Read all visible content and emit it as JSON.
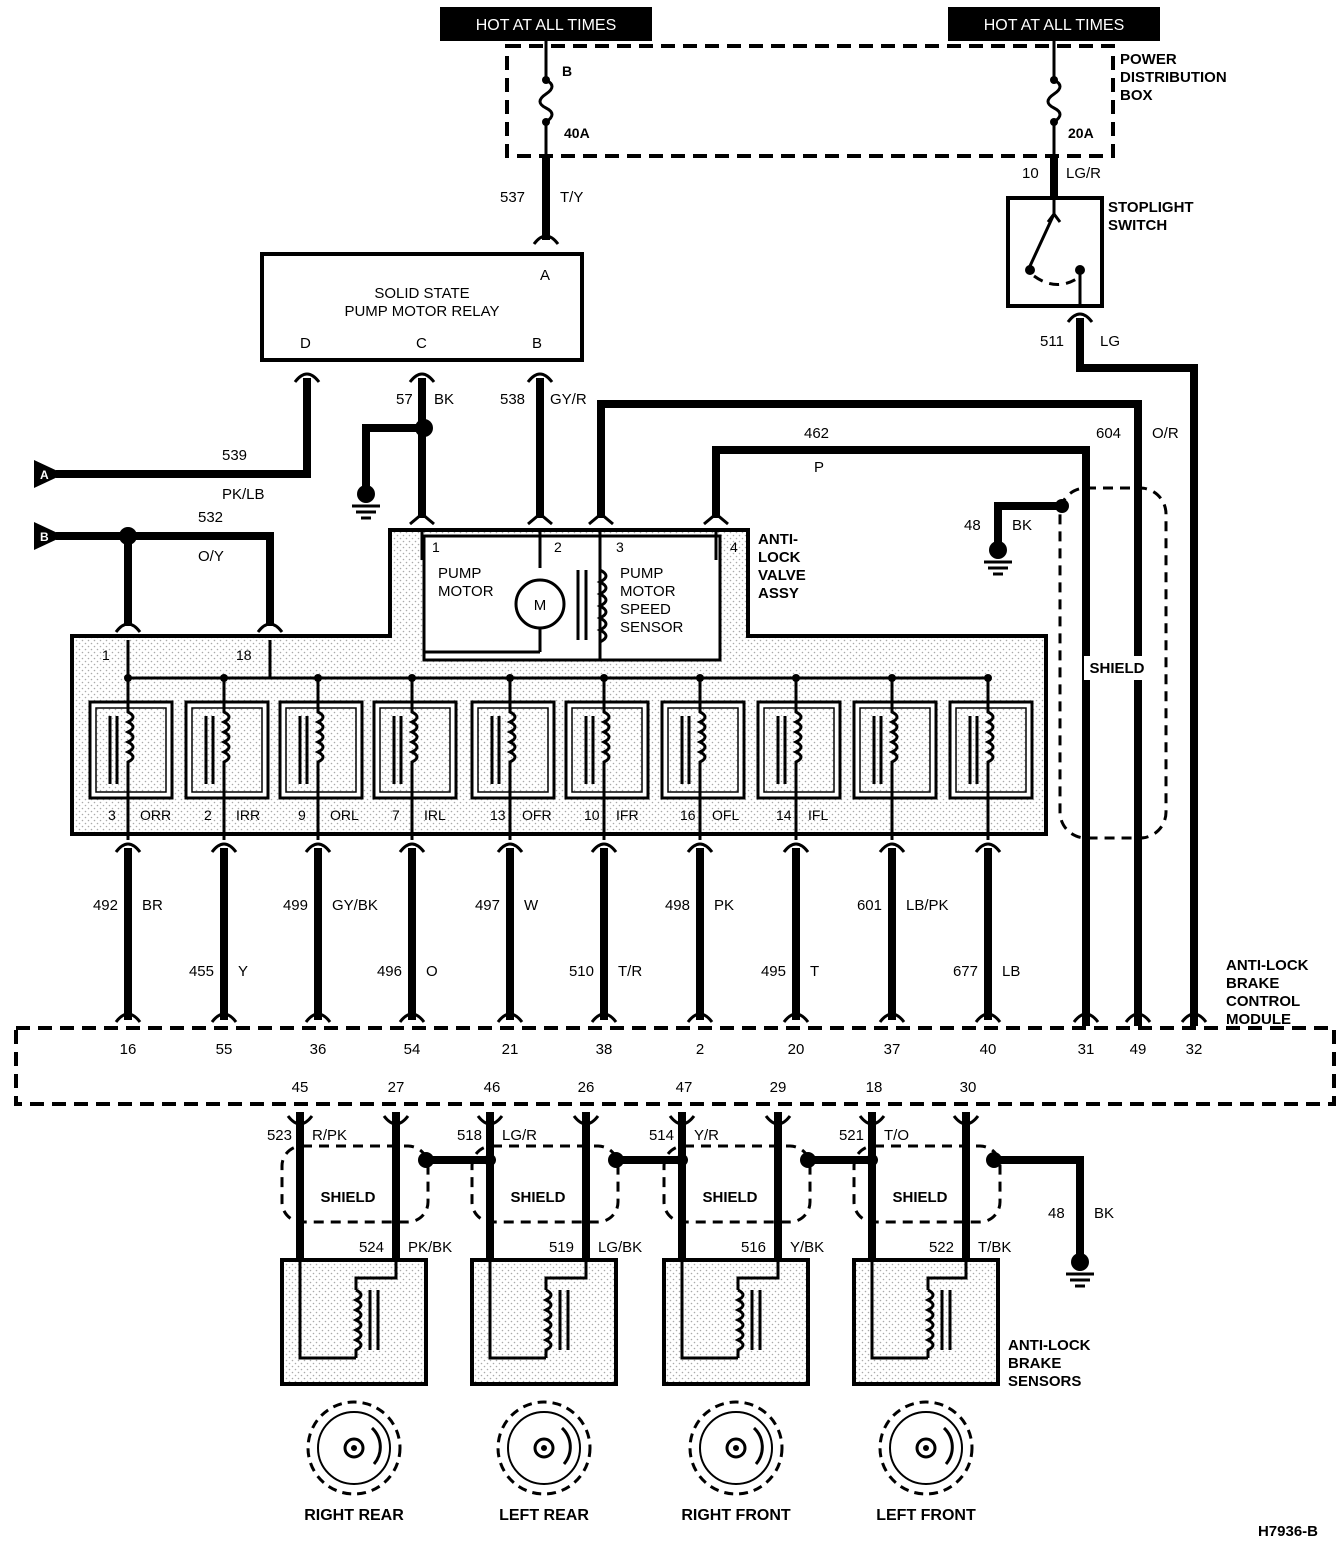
{
  "hot_labels": [
    "HOT AT ALL TIMES",
    "HOT AT ALL TIMES"
  ],
  "pdb": {
    "title": [
      "POWER",
      "DISTRIBUTION",
      "BOX"
    ],
    "fuse_left_pin": "B",
    "fuse_left_amp": "40A",
    "fuse_right_amp": "20A"
  },
  "stoplight": {
    "title": [
      "STOPLIGHT",
      "SWITCH"
    ]
  },
  "relay": {
    "title": [
      "SOLID STATE",
      "PUMP MOTOR RELAY"
    ],
    "pins": [
      "A",
      "D",
      "C",
      "B"
    ]
  },
  "valve_assy": {
    "title": [
      "ANTI-",
      "LOCK",
      "VALVE",
      "ASSY"
    ],
    "pins": [
      "1",
      "2",
      "3",
      "4"
    ],
    "pump_motor": [
      "PUMP",
      "MOTOR"
    ],
    "motor_symbol": "M",
    "speed_sensor": [
      "PUMP",
      "MOTOR",
      "SPEED",
      "SENSOR"
    ],
    "top_pins": [
      "1",
      "18"
    ],
    "solenoid_labels": [
      {
        "pin": "3",
        "name": "ORR"
      },
      {
        "pin": "2",
        "name": "IRR"
      },
      {
        "pin": "9",
        "name": "ORL"
      },
      {
        "pin": "7",
        "name": "IRL"
      },
      {
        "pin": "13",
        "name": "OFR"
      },
      {
        "pin": "10",
        "name": "IFR"
      },
      {
        "pin": "16",
        "name": "OFL"
      },
      {
        "pin": "14",
        "name": "IFL"
      }
    ]
  },
  "module": {
    "title": [
      "ANTI-LOCK",
      "BRAKE",
      "CONTROL",
      "MODULE"
    ],
    "top_pins": [
      "16",
      "55",
      "36",
      "54",
      "21",
      "38",
      "2",
      "20",
      "37",
      "40",
      "31",
      "49",
      "32"
    ],
    "bottom_pins": [
      "45",
      "27",
      "46",
      "26",
      "47",
      "29",
      "18",
      "30"
    ]
  },
  "wires": {
    "w537": {
      "num": "537",
      "color": "T/Y"
    },
    "w10": {
      "num": "10",
      "color": "LG/R"
    },
    "w511": {
      "num": "511",
      "color": "LG"
    },
    "w57": {
      "num": "57",
      "color": "BK"
    },
    "w538": {
      "num": "538",
      "color": "GY/R"
    },
    "w462": {
      "num": "462",
      "color": "P"
    },
    "w604": {
      "num": "604",
      "color": "O/R"
    },
    "w539": {
      "num": "539",
      "color": "PK/LB"
    },
    "w532": {
      "num": "532",
      "color": "O/Y"
    },
    "w48a": {
      "num": "48",
      "color": "BK"
    },
    "w48b": {
      "num": "48",
      "color": "BK"
    },
    "lower": [
      {
        "num": "492",
        "color": "BR"
      },
      {
        "num": "455",
        "color": "Y"
      },
      {
        "num": "499",
        "color": "GY/BK"
      },
      {
        "num": "496",
        "color": "O"
      },
      {
        "num": "497",
        "color": "W"
      },
      {
        "num": "510",
        "color": "T/R"
      },
      {
        "num": "498",
        "color": "PK"
      },
      {
        "num": "495",
        "color": "T"
      },
      {
        "num": "601",
        "color": "LB/PK"
      },
      {
        "num": "677",
        "color": "LB"
      }
    ],
    "sensor_top": [
      {
        "num": "523",
        "color": "R/PK"
      },
      {
        "num": "518",
        "color": "LG/R"
      },
      {
        "num": "514",
        "color": "Y/R"
      },
      {
        "num": "521",
        "color": "T/O"
      }
    ],
    "sensor_bottom": [
      {
        "num": "524",
        "color": "PK/BK"
      },
      {
        "num": "519",
        "color": "LG/BK"
      },
      {
        "num": "516",
        "color": "Y/BK"
      },
      {
        "num": "522",
        "color": "T/BK"
      }
    ]
  },
  "connectors": {
    "a": "A",
    "b": "B"
  },
  "shield_label": "SHIELD",
  "sensors_title": [
    "ANTI-LOCK",
    "BRAKE",
    "SENSORS"
  ],
  "wheels": [
    "RIGHT REAR",
    "LEFT REAR",
    "RIGHT FRONT",
    "LEFT FRONT"
  ],
  "figure_id": "H7936-B"
}
